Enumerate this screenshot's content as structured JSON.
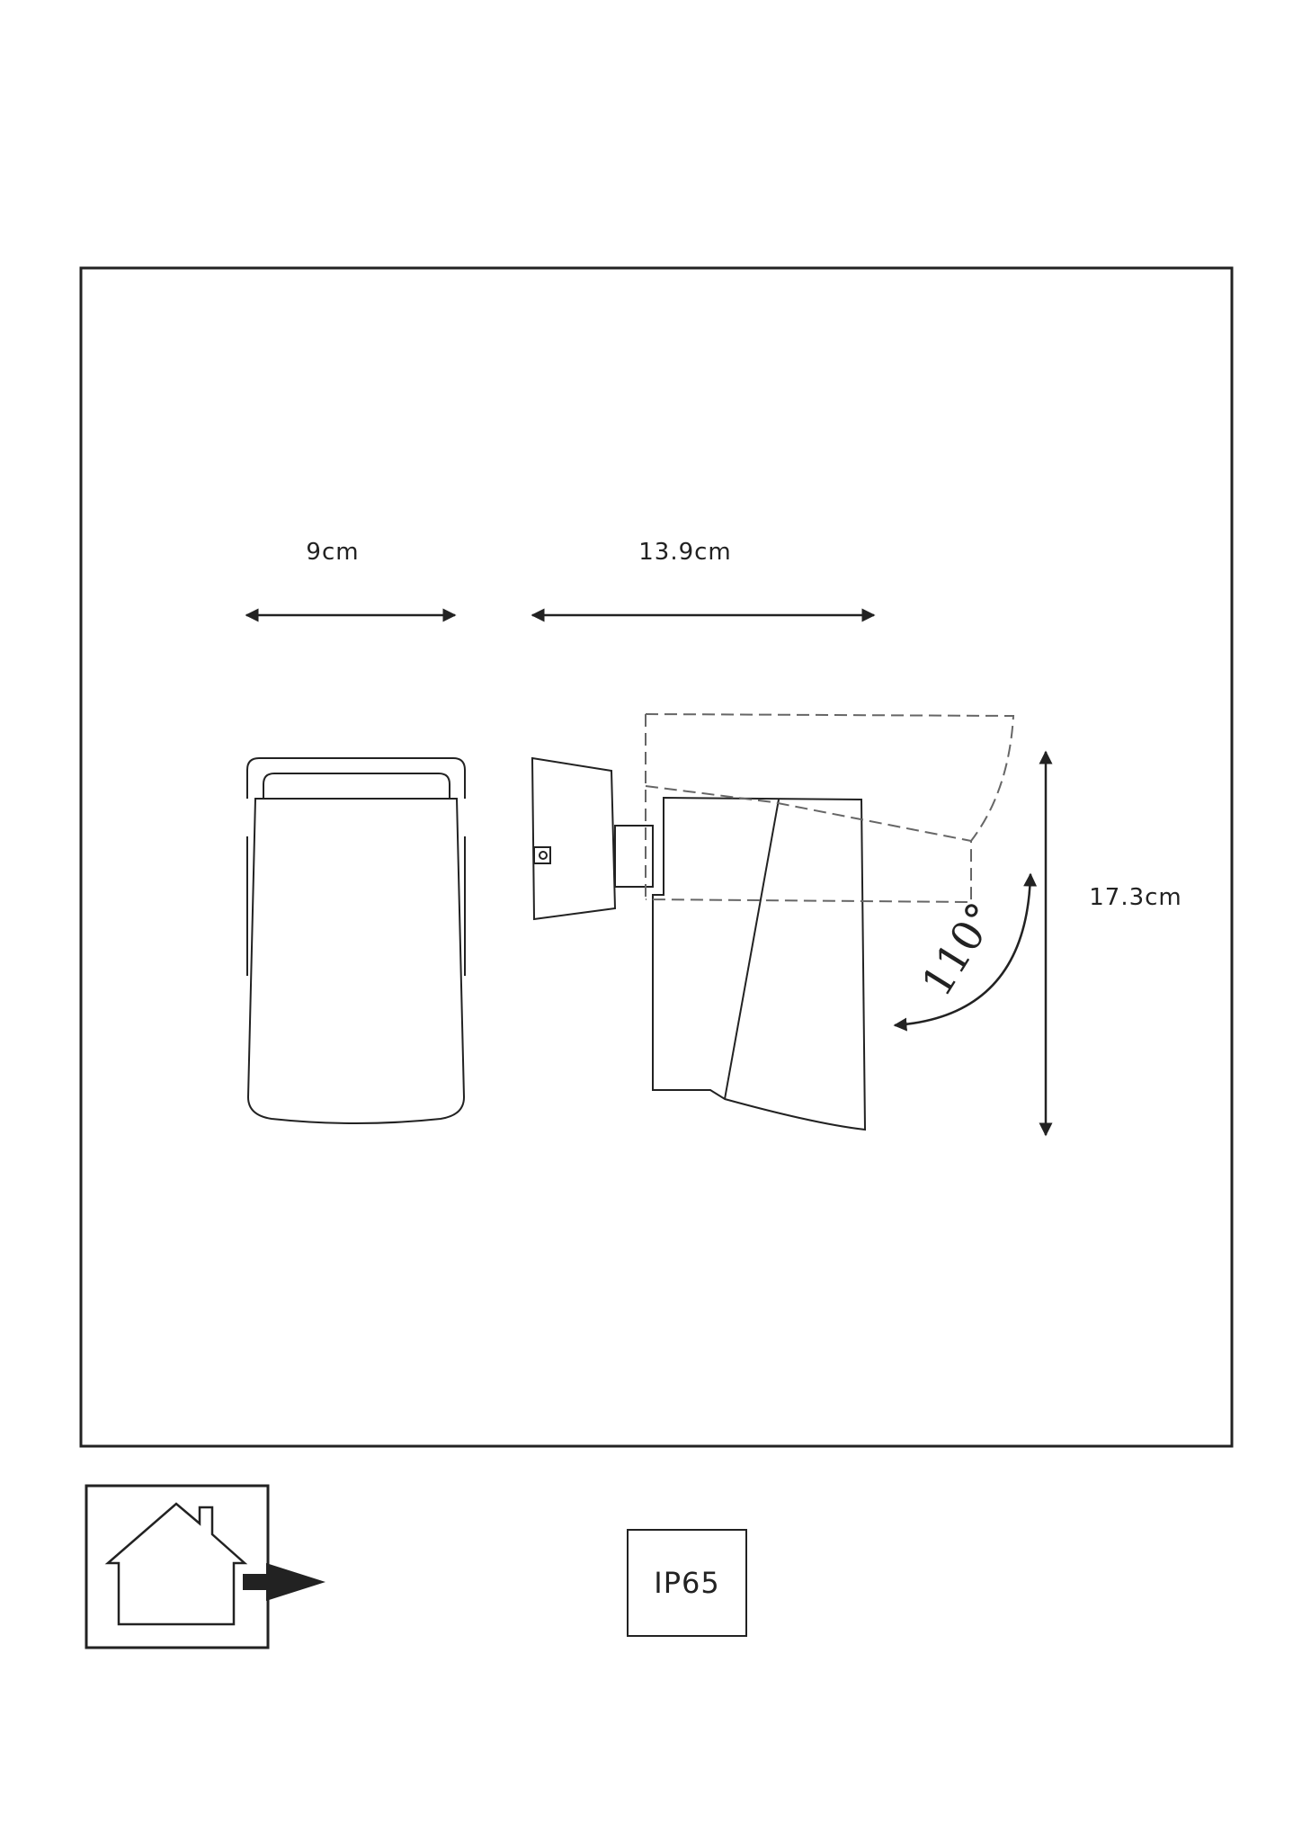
{
  "dimensions": {
    "width": "9cm",
    "depth": "13.9cm",
    "height": "17.3cm",
    "angle": "110°"
  },
  "icons": {
    "indoor_outdoor": "house-with-outward-arrow-icon",
    "ip_rating": "IP65"
  },
  "colors": {
    "line": "#222222",
    "background": "#ffffff"
  }
}
